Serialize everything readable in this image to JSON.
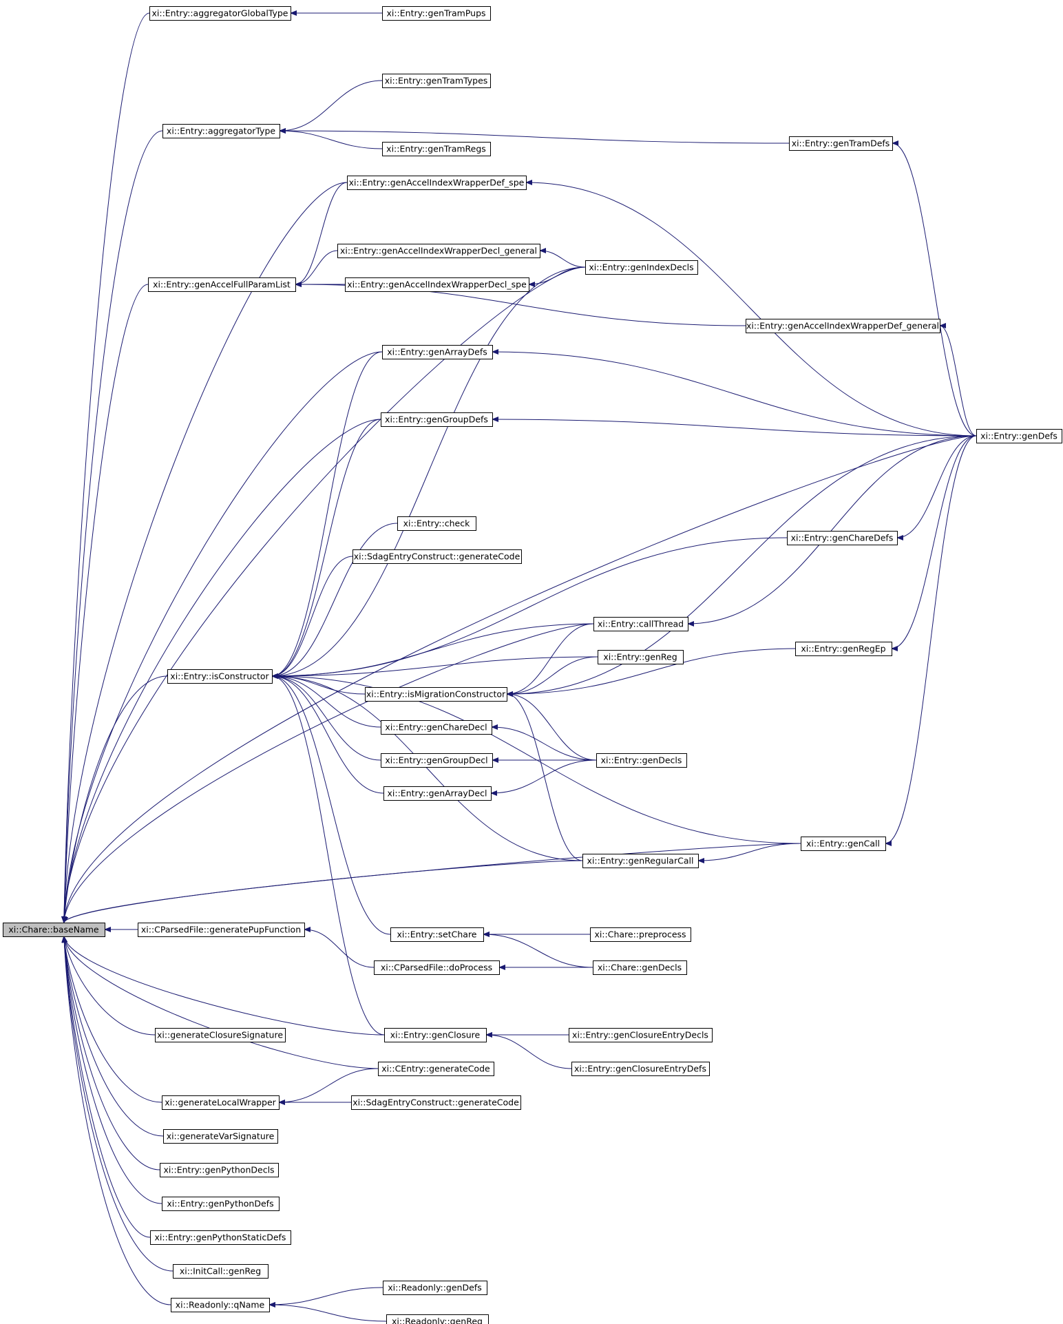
{
  "diagram": {
    "type": "caller-graph",
    "colors": {
      "edge": "#191970",
      "node_fill": "#ffffff",
      "node_border": "#000000",
      "root_fill": "#bfbfbf",
      "text": "#000000"
    },
    "nodes": [
      {
        "id": "root",
        "label": "xi::Chare::baseName",
        "root": true
      },
      {
        "id": "aggGlobalType",
        "label": "xi::Entry::aggregatorGlobalType"
      },
      {
        "id": "genTramPups",
        "label": "xi::Entry::genTramPups"
      },
      {
        "id": "genTramTypes",
        "label": "xi::Entry::genTramTypes"
      },
      {
        "id": "aggType",
        "label": "xi::Entry::aggregatorType"
      },
      {
        "id": "genTramRegs",
        "label": "xi::Entry::genTramRegs"
      },
      {
        "id": "genTramDefs",
        "label": "xi::Entry::genTramDefs"
      },
      {
        "id": "accelDefSpe",
        "label": "xi::Entry::genAccelIndexWrapperDef_spe"
      },
      {
        "id": "accelDeclGen",
        "label": "xi::Entry::genAccelIndexWrapperDecl_general"
      },
      {
        "id": "genIndexDecls",
        "label": "xi::Entry::genIndexDecls"
      },
      {
        "id": "accelFull",
        "label": "xi::Entry::genAccelFullParamList"
      },
      {
        "id": "accelDeclSpe",
        "label": "xi::Entry::genAccelIndexWrapperDecl_spe"
      },
      {
        "id": "accelDefGen",
        "label": "xi::Entry::genAccelIndexWrapperDef_general"
      },
      {
        "id": "genArrayDefs",
        "label": "xi::Entry::genArrayDefs"
      },
      {
        "id": "genGroupDefs",
        "label": "xi::Entry::genGroupDefs"
      },
      {
        "id": "genDefs",
        "label": "xi::Entry::genDefs"
      },
      {
        "id": "check",
        "label": "xi::Entry::check"
      },
      {
        "id": "sdagGen1",
        "label": "xi::SdagEntryConstruct::generateCode"
      },
      {
        "id": "genChareDefs",
        "label": "xi::Entry::genChareDefs"
      },
      {
        "id": "callThread",
        "label": "xi::Entry::callThread"
      },
      {
        "id": "genRegEp",
        "label": "xi::Entry::genRegEp"
      },
      {
        "id": "isCtor",
        "label": "xi::Entry::isConstructor"
      },
      {
        "id": "genReg",
        "label": "xi::Entry::genReg"
      },
      {
        "id": "isMigCtor",
        "label": "xi::Entry::isMigrationConstructor"
      },
      {
        "id": "genChareDecl",
        "label": "xi::Entry::genChareDecl"
      },
      {
        "id": "genGroupDecl",
        "label": "xi::Entry::genGroupDecl"
      },
      {
        "id": "genDecls",
        "label": "xi::Entry::genDecls"
      },
      {
        "id": "genArrayDecl",
        "label": "xi::Entry::genArrayDecl"
      },
      {
        "id": "genCall",
        "label": "xi::Entry::genCall"
      },
      {
        "id": "genRegularCall",
        "label": "xi::Entry::genRegularCall"
      },
      {
        "id": "genPupFn",
        "label": "xi::CParsedFile::generatePupFunction"
      },
      {
        "id": "setChare",
        "label": "xi::Entry::setChare"
      },
      {
        "id": "charePre",
        "label": "xi::Chare::preprocess"
      },
      {
        "id": "doProcess",
        "label": "xi::CParsedFile::doProcess"
      },
      {
        "id": "chareGenDecls",
        "label": "xi::Chare::genDecls"
      },
      {
        "id": "genClosureSig",
        "label": "xi::generateClosureSignature"
      },
      {
        "id": "genClosure",
        "label": "xi::Entry::genClosure"
      },
      {
        "id": "closureEntryDecls",
        "label": "xi::Entry::genClosureEntryDecls"
      },
      {
        "id": "closureEntryDefs",
        "label": "xi::Entry::genClosureEntryDefs"
      },
      {
        "id": "centryGen",
        "label": "xi::CEntry::generateCode"
      },
      {
        "id": "genLocalWrapper",
        "label": "xi::generateLocalWrapper"
      },
      {
        "id": "sdagGen2",
        "label": "xi::SdagEntryConstruct::generateCode"
      },
      {
        "id": "genVarSig",
        "label": "xi::generateVarSignature"
      },
      {
        "id": "pyDecls",
        "label": "xi::Entry::genPythonDecls"
      },
      {
        "id": "pyDefs",
        "label": "xi::Entry::genPythonDefs"
      },
      {
        "id": "pyStatic",
        "label": "xi::Entry::genPythonStaticDefs"
      },
      {
        "id": "initGenReg",
        "label": "xi::InitCall::genReg"
      },
      {
        "id": "qName",
        "label": "xi::Readonly::qName"
      },
      {
        "id": "roGenDefs",
        "label": "xi::Readonly::genDefs"
      },
      {
        "id": "roGenReg",
        "label": "xi::Readonly::genReg"
      }
    ],
    "edges": [
      {
        "from": "aggGlobalType",
        "to": "root"
      },
      {
        "from": "genTramPups",
        "to": "aggGlobalType"
      },
      {
        "from": "aggType",
        "to": "root"
      },
      {
        "from": "genTramTypes",
        "to": "aggType"
      },
      {
        "from": "genTramRegs",
        "to": "aggType"
      },
      {
        "from": "genTramDefs",
        "to": "aggType"
      },
      {
        "from": "genDefs",
        "to": "genTramDefs"
      },
      {
        "from": "genDefs",
        "to": "root"
      },
      {
        "from": "accelDefSpe",
        "to": "root"
      },
      {
        "from": "accelDefSpe",
        "to": "accelFull"
      },
      {
        "from": "genDefs",
        "to": "accelDefSpe"
      },
      {
        "from": "accelDeclGen",
        "to": "accelFull"
      },
      {
        "from": "accelDeclSpe",
        "to": "accelFull"
      },
      {
        "from": "accelDefGen",
        "to": "accelFull"
      },
      {
        "from": "accelFull",
        "to": "root"
      },
      {
        "from": "genIndexDecls",
        "to": "accelDeclGen"
      },
      {
        "from": "genIndexDecls",
        "to": "accelDeclSpe"
      },
      {
        "from": "genIndexDecls",
        "to": "root"
      },
      {
        "from": "genIndexDecls",
        "to": "isCtor"
      },
      {
        "from": "genDefs",
        "to": "accelDefGen"
      },
      {
        "from": "genArrayDefs",
        "to": "root"
      },
      {
        "from": "genArrayDefs",
        "to": "isCtor"
      },
      {
        "from": "genDefs",
        "to": "genArrayDefs"
      },
      {
        "from": "genGroupDefs",
        "to": "root"
      },
      {
        "from": "genGroupDefs",
        "to": "isCtor"
      },
      {
        "from": "genDefs",
        "to": "genGroupDefs"
      },
      {
        "from": "check",
        "to": "isCtor"
      },
      {
        "from": "sdagGen1",
        "to": "isCtor"
      },
      {
        "from": "genChareDefs",
        "to": "isCtor"
      },
      {
        "from": "genDefs",
        "to": "genChareDefs"
      },
      {
        "from": "genDefs",
        "to": "callThread"
      },
      {
        "from": "genDefs",
        "to": "genRegEp"
      },
      {
        "from": "genDefs",
        "to": "isMigCtor"
      },
      {
        "from": "genDefs",
        "to": "genCall"
      },
      {
        "from": "callThread",
        "to": "isCtor"
      },
      {
        "from": "callThread",
        "to": "isMigCtor"
      },
      {
        "from": "callThread",
        "to": "root"
      },
      {
        "from": "genReg",
        "to": "isCtor"
      },
      {
        "from": "genReg",
        "to": "isMigCtor"
      },
      {
        "from": "genRegEp",
        "to": "isMigCtor"
      },
      {
        "from": "isMigCtor",
        "to": "isCtor"
      },
      {
        "from": "genDecls",
        "to": "isMigCtor"
      },
      {
        "from": "genDecls",
        "to": "genChareDecl"
      },
      {
        "from": "genDecls",
        "to": "genGroupDecl"
      },
      {
        "from": "genDecls",
        "to": "genArrayDecl"
      },
      {
        "from": "genChareDecl",
        "to": "isCtor"
      },
      {
        "from": "genGroupDecl",
        "to": "isCtor"
      },
      {
        "from": "genArrayDecl",
        "to": "isCtor"
      },
      {
        "from": "genRegularCall",
        "to": "isCtor"
      },
      {
        "from": "genRegularCall",
        "to": "isMigCtor"
      },
      {
        "from": "genRegularCall",
        "to": "root"
      },
      {
        "from": "genCall",
        "to": "genRegularCall"
      },
      {
        "from": "genCall",
        "to": "isCtor"
      },
      {
        "from": "genCall",
        "to": "root"
      },
      {
        "from": "isCtor",
        "to": "root"
      },
      {
        "from": "setChare",
        "to": "isCtor"
      },
      {
        "from": "genClosure",
        "to": "isCtor"
      },
      {
        "from": "genPupFn",
        "to": "root"
      },
      {
        "from": "doProcess",
        "to": "genPupFn"
      },
      {
        "from": "charePre",
        "to": "setChare"
      },
      {
        "from": "chareGenDecls",
        "to": "setChare"
      },
      {
        "from": "chareGenDecls",
        "to": "doProcess"
      },
      {
        "from": "genClosureSig",
        "to": "root"
      },
      {
        "from": "genClosure",
        "to": "root"
      },
      {
        "from": "closureEntryDecls",
        "to": "genClosure"
      },
      {
        "from": "closureEntryDefs",
        "to": "genClosure"
      },
      {
        "from": "centryGen",
        "to": "root"
      },
      {
        "from": "centryGen",
        "to": "genLocalWrapper"
      },
      {
        "from": "sdagGen2",
        "to": "genLocalWrapper"
      },
      {
        "from": "genLocalWrapper",
        "to": "root"
      },
      {
        "from": "genVarSig",
        "to": "root"
      },
      {
        "from": "pyDecls",
        "to": "root"
      },
      {
        "from": "pyDefs",
        "to": "root"
      },
      {
        "from": "pyStatic",
        "to": "root"
      },
      {
        "from": "initGenReg",
        "to": "root"
      },
      {
        "from": "qName",
        "to": "root"
      },
      {
        "from": "roGenDefs",
        "to": "qName"
      },
      {
        "from": "roGenReg",
        "to": "qName"
      }
    ]
  }
}
